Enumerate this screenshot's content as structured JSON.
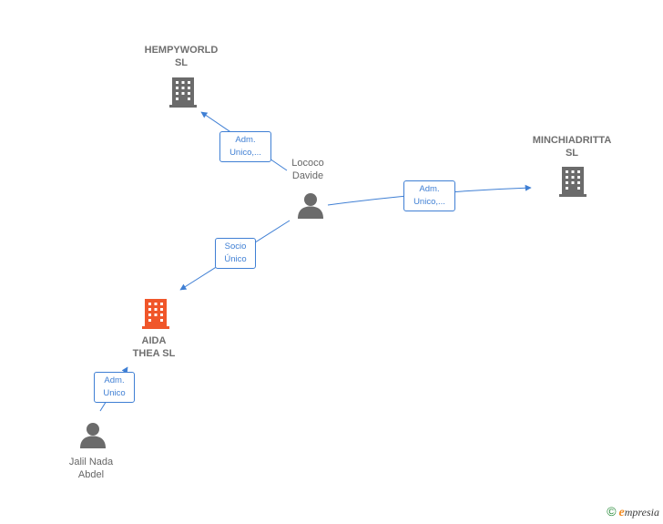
{
  "colors": {
    "edge": "#3f7fd4",
    "company": "#6b6b6b",
    "focus_company": "#f0562a",
    "person": "#6b6b6b"
  },
  "nodes": {
    "hempyworld": {
      "label": "HEMPYWORLD\nSL",
      "icon": "building-icon"
    },
    "minchiadritta": {
      "label": "MINCHIADRITTA\nSL",
      "icon": "building-icon"
    },
    "aida": {
      "label": "AIDA\nTHEA  SL",
      "icon": "building-icon"
    },
    "lococo": {
      "label": "Lococo\nDavide",
      "icon": "person-icon"
    },
    "jalil": {
      "label": "Jalil Nada\nAbdel",
      "icon": "person-icon"
    }
  },
  "relations": {
    "lococo_hempyworld": "Adm.\nUnico,...",
    "lococo_minchiadritta": "Adm.\nUnico,...",
    "lococo_aida": "Socio\nÚnico",
    "jalil_aida": "Adm.\nUnico"
  },
  "brand": {
    "copyright": "©",
    "initial": "e",
    "name": "mpresia"
  }
}
